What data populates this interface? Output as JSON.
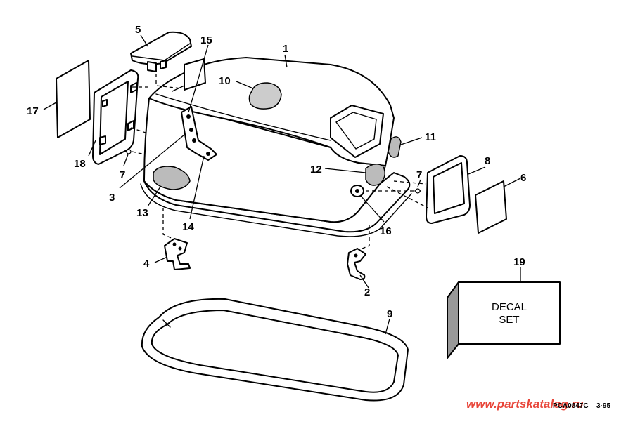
{
  "callouts": [
    "1",
    "2",
    "3",
    "4",
    "5",
    "6",
    "7",
    "7",
    "8",
    "9",
    "10",
    "11",
    "12",
    "13",
    "14",
    "15",
    "16",
    "17",
    "18",
    "19"
  ],
  "decal_box": {
    "line1": "DECAL",
    "line2": "SET"
  },
  "drawing_code": "PCA0847C",
  "drawing_date": "3·95",
  "watermark": "www.partskatalog.ru",
  "colors": {
    "ink": "#000000",
    "paper": "#ffffff",
    "watermark": "#e8463a"
  }
}
